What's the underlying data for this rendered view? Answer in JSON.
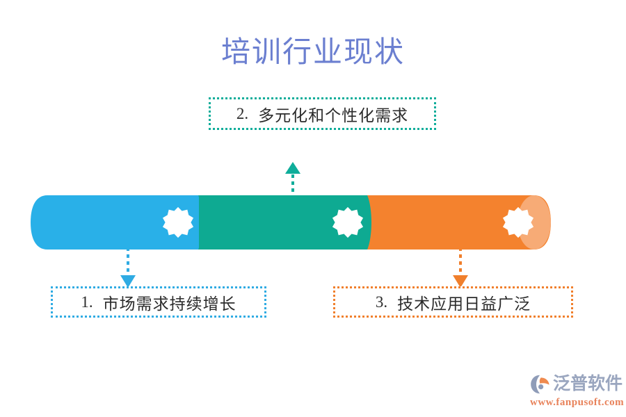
{
  "page": {
    "title": "培训行业现状",
    "background_color": "#ffffff",
    "title_color": "#6b7fd0"
  },
  "chart_data": {
    "type": "bar",
    "title": "培训行业现状",
    "xlabel": "",
    "ylabel": "",
    "categories": [
      "1. 市场需求持续增长",
      "2. 多元化和个性化需求",
      "3. 技术应用日益广泛"
    ],
    "values": [
      1,
      1,
      1
    ],
    "orientation": "horizontal",
    "style": "3d-cylinder-segmented",
    "grid": false,
    "legend": "none",
    "segments": [
      {
        "index": "1",
        "label": "市场需求持续增长",
        "color": "#29b0e8",
        "icon": "burst-star-icon"
      },
      {
        "index": "2",
        "label": "多元化和个性化需求",
        "color": "#0eaa92",
        "icon": "burst-star-icon"
      },
      {
        "index": "3",
        "label": "技术应用日益广泛",
        "color": "#f4822e",
        "icon": "burst-star-icon"
      }
    ],
    "end_cap_color": "#f7ab76"
  },
  "cylinder": {
    "segment_1": {
      "color": "#29b0e8",
      "icon": "burst-star-icon"
    },
    "segment_2": {
      "color": "#0eaa92",
      "icon": "burst-star-icon"
    },
    "segment_3": {
      "color": "#f4822e",
      "icon": "burst-star-icon"
    },
    "cap_color": "#f7ab76",
    "icon_color": "#ffffff"
  },
  "callouts": [
    {
      "id": "callout-1",
      "number": "1.",
      "text": "市场需求持续增长",
      "border_color": "#2fabe3",
      "arrow_direction": "down"
    },
    {
      "id": "callout-2",
      "number": "2.",
      "text": "多元化和个性化需求",
      "border_color": "#0ead9a",
      "arrow_direction": "up"
    },
    {
      "id": "callout-3",
      "number": "3.",
      "text": "技术应用日益广泛",
      "border_color": "#f07f2c",
      "arrow_direction": "down"
    }
  ],
  "logo": {
    "name": "泛普软件",
    "url": "www.fanpusoft.com",
    "name_color": "#9aa6bf",
    "url_color": "#e8825a",
    "mark_color": "#8f9cb8",
    "mark_accent_color": "#ef8a4e"
  }
}
